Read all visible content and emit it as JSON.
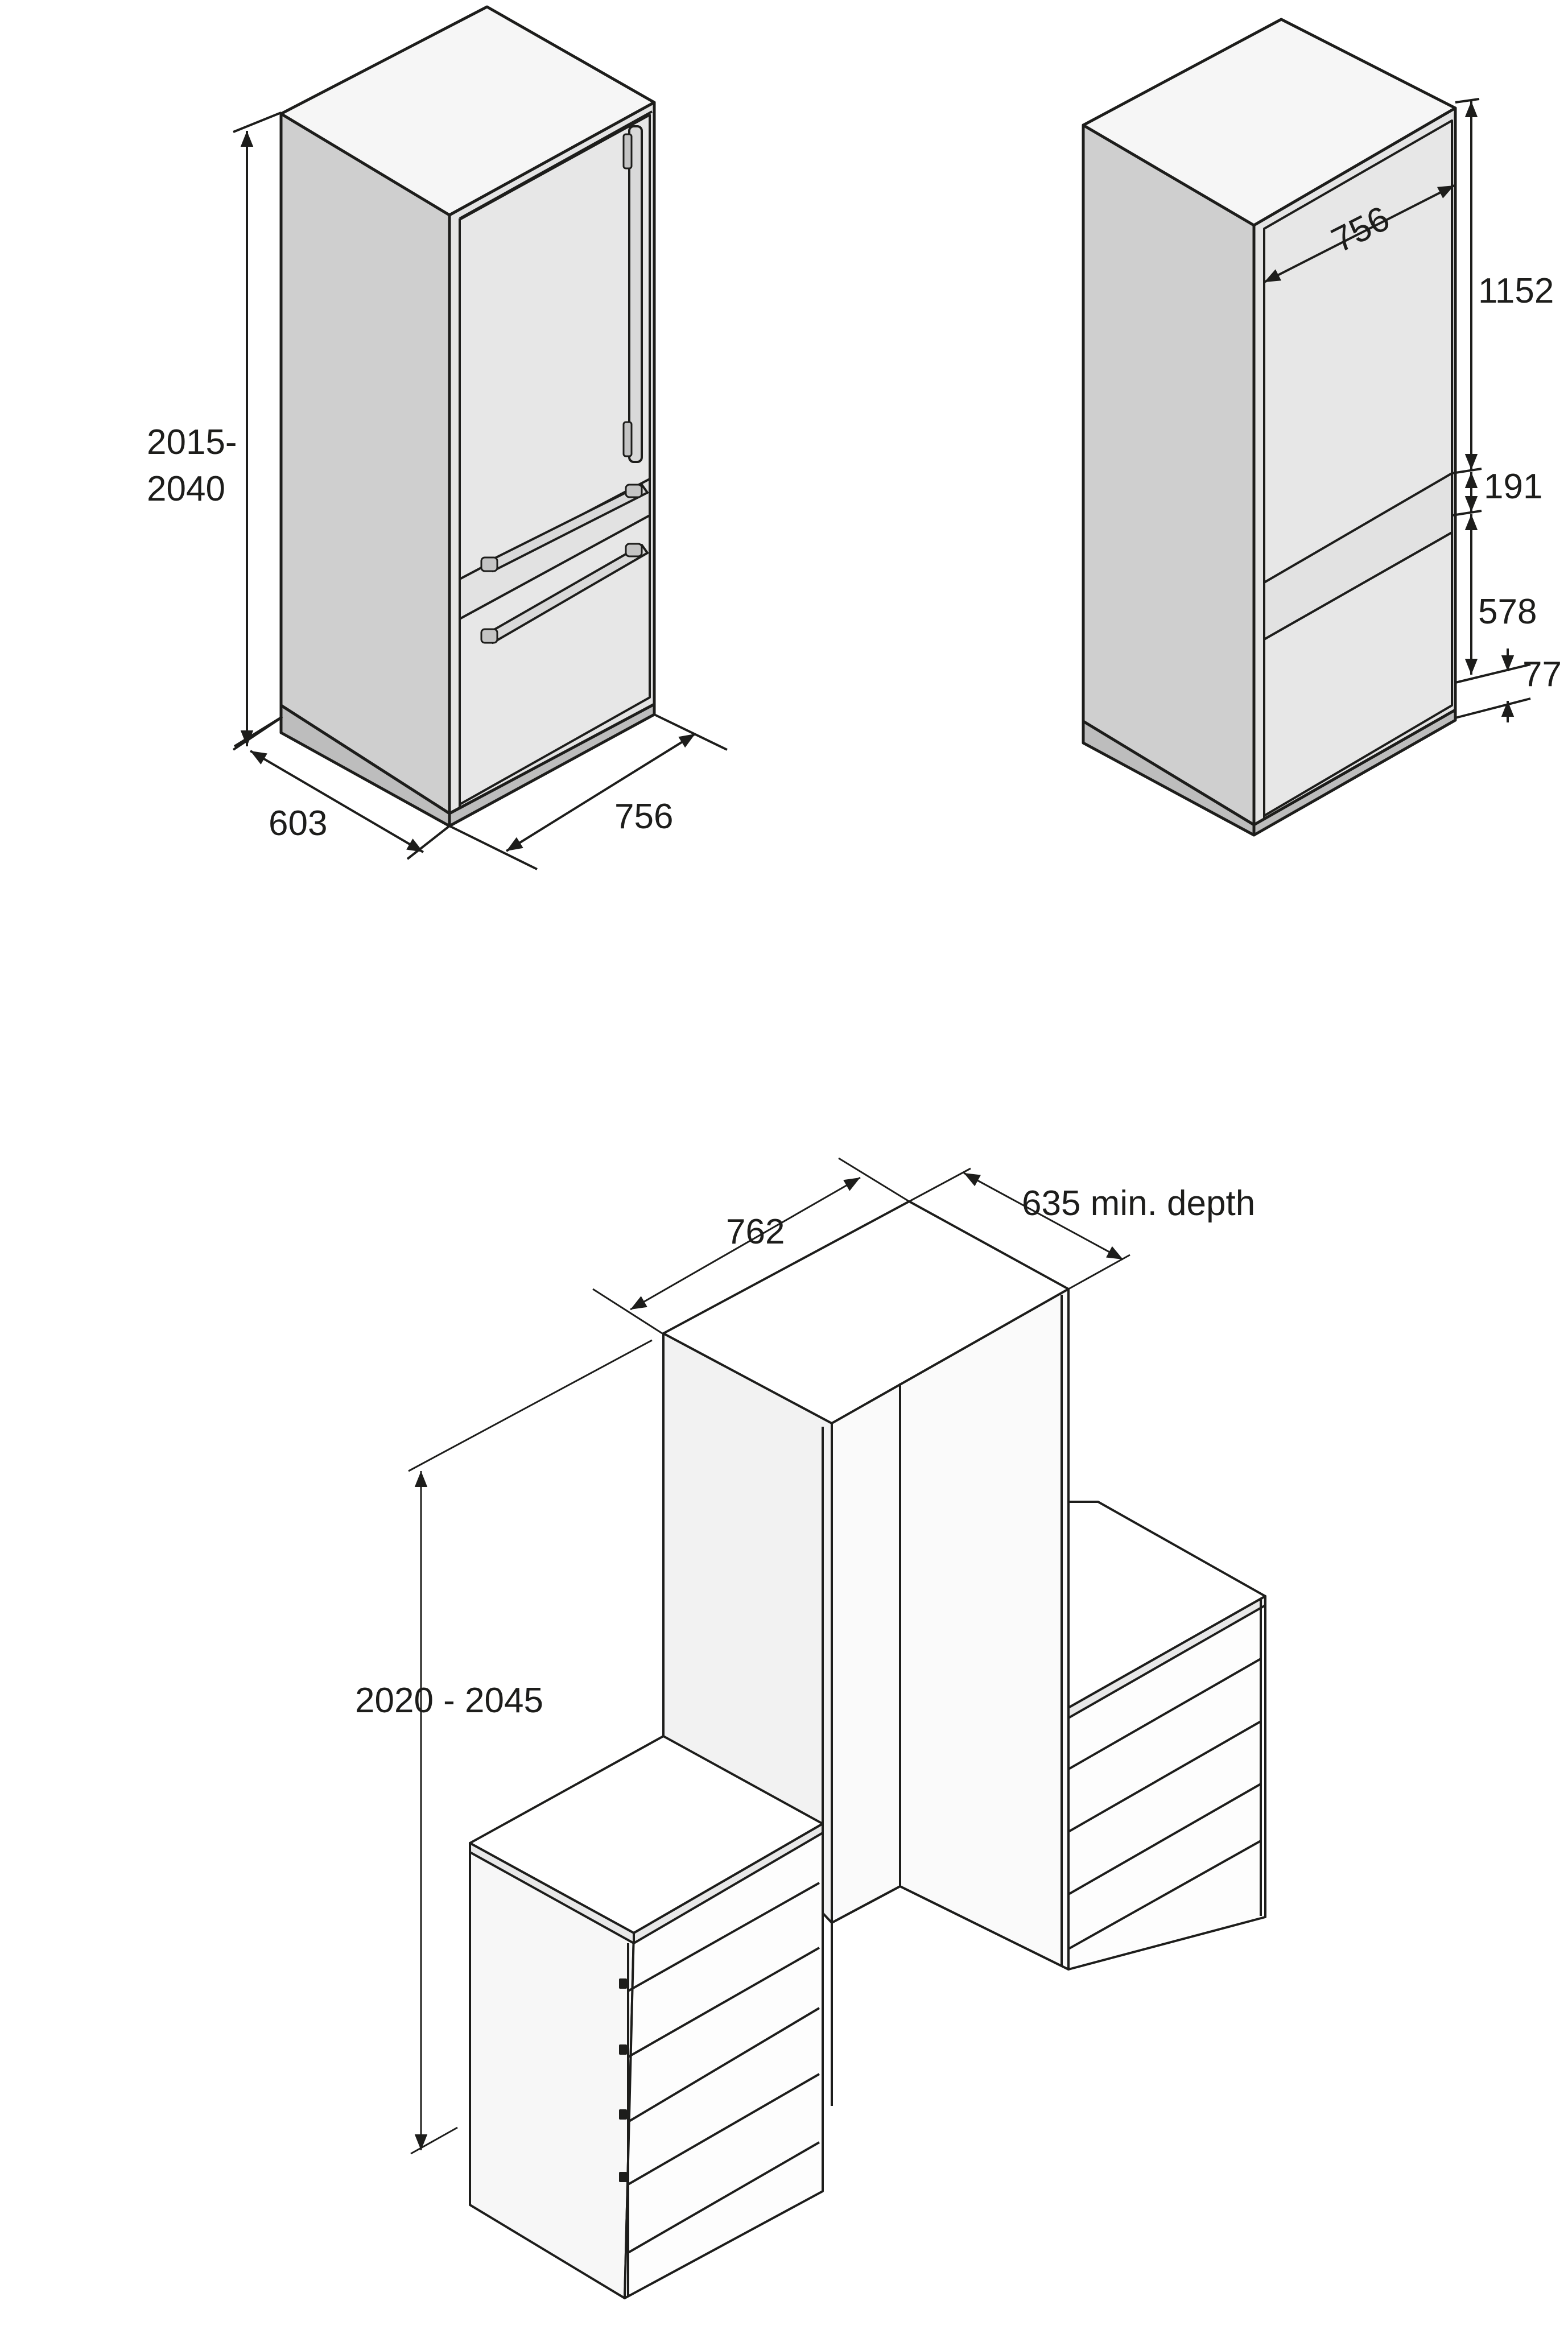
{
  "fridge_handles_view": {
    "height_label_line1": "2015-",
    "height_label_line2": "2040",
    "depth_label": "603",
    "width_label": "756"
  },
  "fridge_dimensions_view": {
    "door_width_label": "756",
    "upper_door_label": "1152",
    "gap_label": "191",
    "lower_drawer_label": "578",
    "plinth_label": "77"
  },
  "installation_view": {
    "niche_width_label": "762",
    "niche_depth_label": "635 min. depth",
    "niche_height_label": "2020 - 2045"
  },
  "colors": {
    "stroke": "#1d1d1b",
    "side_panel": "#cfcfcf",
    "front_panel": "#e4e4e4",
    "top_panel": "#f6f6f6",
    "background": "#ffffff"
  }
}
